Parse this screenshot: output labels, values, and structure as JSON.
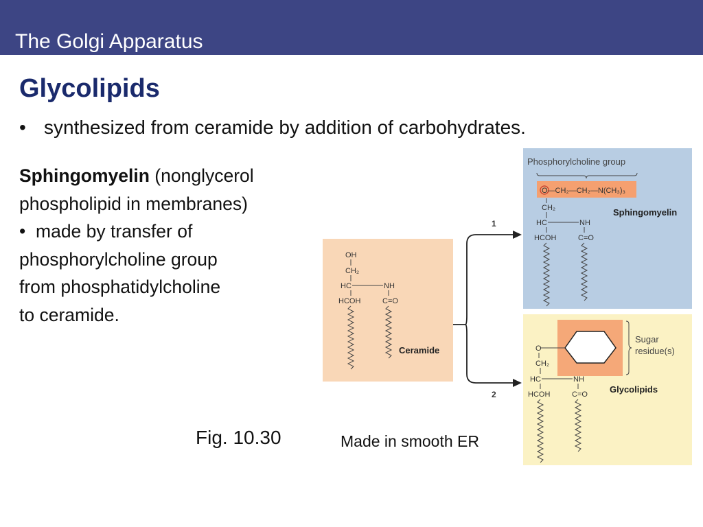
{
  "header": {
    "title": "The Golgi Apparatus"
  },
  "heading": "Glycolipids",
  "bullet": {
    "symbol": "•",
    "text": "synthesized from ceramide by addition of carbohydrates."
  },
  "body": {
    "line1_bold": "Sphingomyelin",
    "line1_rest": " (nonglycerol",
    "line2": " phospholipid in membranes)",
    "line3_bullet": "•",
    "line3": "made by transfer of",
    "line4": " phosphorylcholine group",
    "line5": " from phosphatidylcholine",
    "line6": " to ceramide."
  },
  "figure": {
    "caption": "Fig. 10.30",
    "note": "Made in smooth ER",
    "ceramide": {
      "label": "Ceramide",
      "oh": "OH",
      "ch2": "CH₂",
      "hc": "HC",
      "nh": "NH",
      "hcoh": "HCOH",
      "co": "C=O"
    },
    "sphingomyelin": {
      "group_label": "Phosphorylcholine group",
      "formula": "O—CH₂—CH₂—N(CH₃)₃",
      "label": "Sphingomyelin",
      "ch2": "CH₂",
      "hc": "HC",
      "nh": "NH",
      "hcoh": "HCOH",
      "co": "C=O"
    },
    "glycolipid": {
      "sugar_label_1": "Sugar",
      "sugar_label_2": "residue(s)",
      "label": "Glycolipids",
      "o": "O",
      "ch2": "CH₂",
      "hc": "HC",
      "nh": "NH",
      "hcoh": "HCOH",
      "co": "C=O"
    },
    "arrow_1": "1",
    "arrow_2": "2",
    "colors": {
      "ceramide_bg": "#f9d7b7",
      "sphingomyelin_bg": "#b8cde3",
      "glycolipid_bg": "#fbf2c4",
      "group_highlight": "#f5a070",
      "sugar_box": "#f5a878"
    }
  }
}
